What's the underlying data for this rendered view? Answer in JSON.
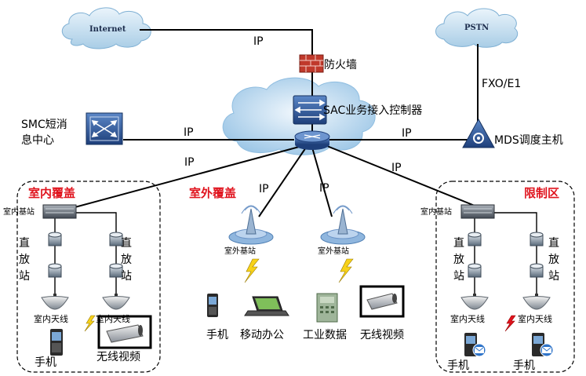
{
  "clouds": {
    "internet": "Internet",
    "pstn": "PSTN"
  },
  "core": {
    "firewall_label": "防火墙",
    "controller_label": "SAC业务接入控制器",
    "mds_label": "MDS调度主机",
    "smc_label_line1": "SMC短消",
    "smc_label_line2": "息中心"
  },
  "links": {
    "ip_internet": "IP",
    "fxo": "FXO/E1",
    "ip_smc": "IP",
    "ip_mds": "IP",
    "ip_indoor": "IP",
    "ip_outdoor1": "IP",
    "ip_outdoor2": "IP",
    "ip_restricted": "IP"
  },
  "regions": {
    "indoor": "室内覆盖",
    "outdoor": "室外覆盖",
    "restricted": "限制区"
  },
  "indoor": {
    "base_station": "室内基站",
    "repeater_label": "直放站",
    "antenna_left": "室内天线",
    "antenna_right": "室内天线",
    "phone": "手机",
    "video": "无线视频"
  },
  "outdoor": {
    "base_station_left": "室外基站",
    "base_station_right": "室外基站",
    "phone": "手机",
    "mobile_office": "移动办公",
    "industrial_data": "工业数据",
    "video": "无线视频"
  },
  "restricted": {
    "base_station": "室内基站",
    "repeater_label": "直放站",
    "antenna_left": "室内天线",
    "antenna_right": "室内天线",
    "phone_left": "手机",
    "phone_right": "手机"
  }
}
